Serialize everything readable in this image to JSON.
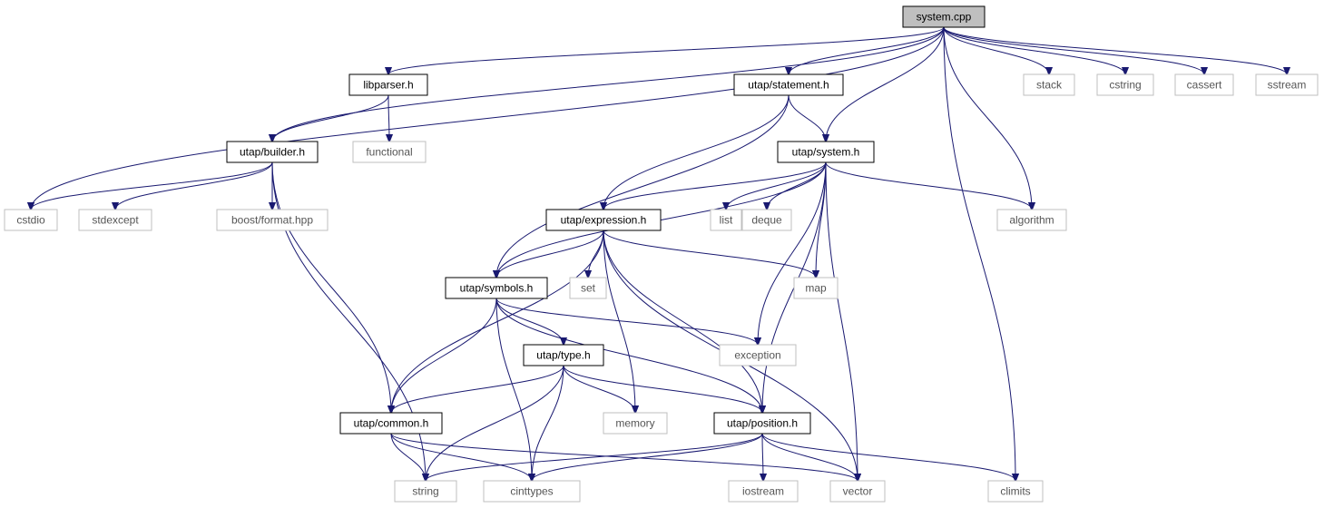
{
  "colors": {
    "edge": "#191970",
    "internal_border": "#000000",
    "external_border": "#bfbfbf",
    "root_fill": "#bfbfbf",
    "external_text": "#555555"
  },
  "nodes": [
    {
      "id": "system_cpp",
      "label": "system.cpp",
      "kind": "root"
    },
    {
      "id": "libparser_h",
      "label": "libparser.h",
      "kind": "internal"
    },
    {
      "id": "utap_statement_h",
      "label": "utap/statement.h",
      "kind": "internal"
    },
    {
      "id": "stack",
      "label": "stack",
      "kind": "external"
    },
    {
      "id": "cstring",
      "label": "cstring",
      "kind": "external"
    },
    {
      "id": "cassert",
      "label": "cassert",
      "kind": "external"
    },
    {
      "id": "sstream",
      "label": "sstream",
      "kind": "external"
    },
    {
      "id": "functional",
      "label": "functional",
      "kind": "external"
    },
    {
      "id": "utap_builder_h",
      "label": "utap/builder.h",
      "kind": "internal"
    },
    {
      "id": "utap_system_h",
      "label": "utap/system.h",
      "kind": "internal"
    },
    {
      "id": "cstdio",
      "label": "cstdio",
      "kind": "external"
    },
    {
      "id": "stdexcept",
      "label": "stdexcept",
      "kind": "external"
    },
    {
      "id": "boost_format_hpp",
      "label": "boost/format.hpp",
      "kind": "external"
    },
    {
      "id": "utap_expression_h",
      "label": "utap/expression.h",
      "kind": "internal"
    },
    {
      "id": "list",
      "label": "list",
      "kind": "external"
    },
    {
      "id": "deque",
      "label": "deque",
      "kind": "external"
    },
    {
      "id": "algorithm",
      "label": "algorithm",
      "kind": "external"
    },
    {
      "id": "utap_symbols_h",
      "label": "utap/symbols.h",
      "kind": "internal"
    },
    {
      "id": "set",
      "label": "set",
      "kind": "external"
    },
    {
      "id": "map",
      "label": "map",
      "kind": "external"
    },
    {
      "id": "utap_type_h",
      "label": "utap/type.h",
      "kind": "internal"
    },
    {
      "id": "exception",
      "label": "exception",
      "kind": "external"
    },
    {
      "id": "utap_common_h",
      "label": "utap/common.h",
      "kind": "internal"
    },
    {
      "id": "memory",
      "label": "memory",
      "kind": "external"
    },
    {
      "id": "utap_position_h",
      "label": "utap/position.h",
      "kind": "internal"
    },
    {
      "id": "string",
      "label": "string",
      "kind": "external"
    },
    {
      "id": "cinttypes",
      "label": "cinttypes",
      "kind": "external"
    },
    {
      "id": "iostream",
      "label": "iostream",
      "kind": "external"
    },
    {
      "id": "vector",
      "label": "vector",
      "kind": "external"
    },
    {
      "id": "climits",
      "label": "climits",
      "kind": "external"
    }
  ],
  "edges": [
    {
      "from": "system_cpp",
      "to": "libparser_h"
    },
    {
      "from": "system_cpp",
      "to": "utap_statement_h"
    },
    {
      "from": "system_cpp",
      "to": "utap_system_h"
    },
    {
      "from": "system_cpp",
      "to": "utap_builder_h"
    },
    {
      "from": "system_cpp",
      "to": "cstdio"
    },
    {
      "from": "system_cpp",
      "to": "algorithm"
    },
    {
      "from": "system_cpp",
      "to": "climits"
    },
    {
      "from": "system_cpp",
      "to": "stack"
    },
    {
      "from": "system_cpp",
      "to": "cstring"
    },
    {
      "from": "system_cpp",
      "to": "cassert"
    },
    {
      "from": "system_cpp",
      "to": "sstream"
    },
    {
      "from": "libparser_h",
      "to": "utap_builder_h"
    },
    {
      "from": "libparser_h",
      "to": "functional"
    },
    {
      "from": "utap_statement_h",
      "to": "utap_system_h"
    },
    {
      "from": "utap_statement_h",
      "to": "utap_expression_h"
    },
    {
      "from": "utap_statement_h",
      "to": "utap_symbols_h"
    },
    {
      "from": "utap_builder_h",
      "to": "cstdio"
    },
    {
      "from": "utap_builder_h",
      "to": "stdexcept"
    },
    {
      "from": "utap_builder_h",
      "to": "boost_format_hpp"
    },
    {
      "from": "utap_builder_h",
      "to": "string"
    },
    {
      "from": "utap_builder_h",
      "to": "utap_common_h"
    },
    {
      "from": "utap_system_h",
      "to": "utap_expression_h"
    },
    {
      "from": "utap_system_h",
      "to": "utap_symbols_h"
    },
    {
      "from": "utap_system_h",
      "to": "list"
    },
    {
      "from": "utap_system_h",
      "to": "deque"
    },
    {
      "from": "utap_system_h",
      "to": "algorithm"
    },
    {
      "from": "utap_system_h",
      "to": "map"
    },
    {
      "from": "utap_system_h",
      "to": "exception"
    },
    {
      "from": "utap_system_h",
      "to": "utap_position_h"
    },
    {
      "from": "utap_system_h",
      "to": "vector"
    },
    {
      "from": "utap_expression_h",
      "to": "utap_symbols_h"
    },
    {
      "from": "utap_expression_h",
      "to": "set"
    },
    {
      "from": "utap_expression_h",
      "to": "map"
    },
    {
      "from": "utap_expression_h",
      "to": "memory"
    },
    {
      "from": "utap_expression_h",
      "to": "utap_common_h"
    },
    {
      "from": "utap_expression_h",
      "to": "utap_position_h"
    },
    {
      "from": "utap_expression_h",
      "to": "vector"
    },
    {
      "from": "utap_symbols_h",
      "to": "utap_type_h"
    },
    {
      "from": "utap_symbols_h",
      "to": "exception"
    },
    {
      "from": "utap_symbols_h",
      "to": "utap_common_h"
    },
    {
      "from": "utap_symbols_h",
      "to": "utap_position_h"
    },
    {
      "from": "utap_symbols_h",
      "to": "cinttypes"
    },
    {
      "from": "utap_type_h",
      "to": "utap_common_h"
    },
    {
      "from": "utap_type_h",
      "to": "memory"
    },
    {
      "from": "utap_type_h",
      "to": "utap_position_h"
    },
    {
      "from": "utap_type_h",
      "to": "string"
    },
    {
      "from": "utap_type_h",
      "to": "cinttypes"
    },
    {
      "from": "utap_common_h",
      "to": "string"
    },
    {
      "from": "utap_common_h",
      "to": "cinttypes"
    },
    {
      "from": "utap_common_h",
      "to": "vector"
    },
    {
      "from": "utap_position_h",
      "to": "string"
    },
    {
      "from": "utap_position_h",
      "to": "cinttypes"
    },
    {
      "from": "utap_position_h",
      "to": "iostream"
    },
    {
      "from": "utap_position_h",
      "to": "vector"
    },
    {
      "from": "utap_position_h",
      "to": "climits"
    }
  ]
}
